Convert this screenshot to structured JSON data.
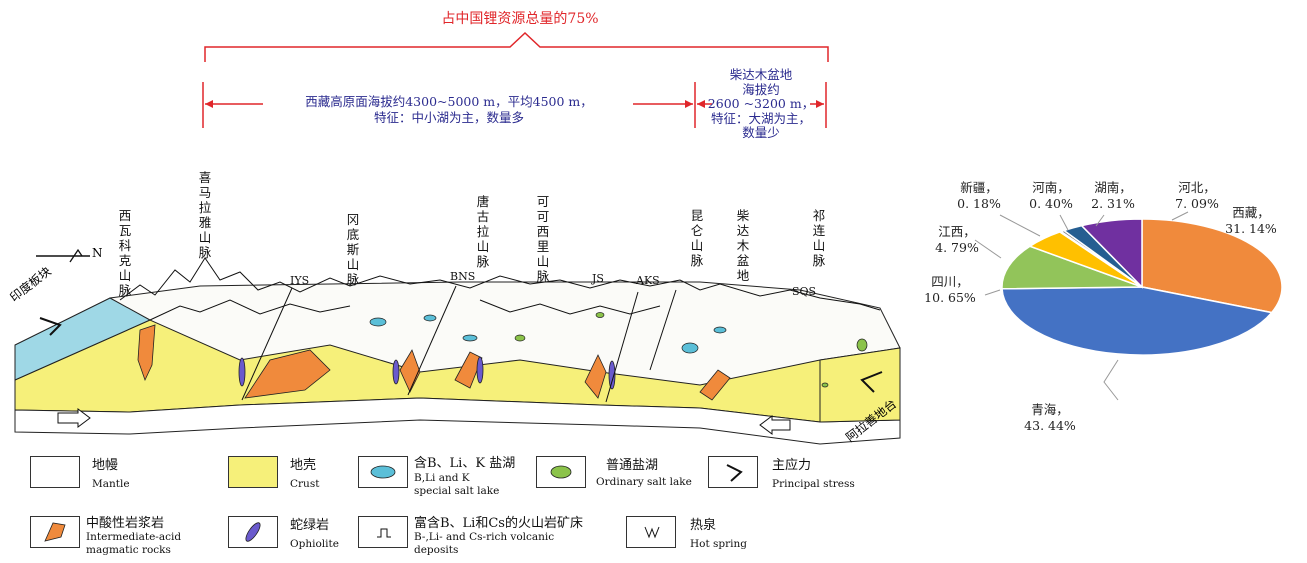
{
  "header": {
    "total_title": "占中国锂资源总量的75%",
    "tibet_line1": "西藏高原面海拔约4300~5000 m，平均4500 m，",
    "tibet_line2": "特征：中小湖为主，数量多",
    "qaidam_line1": "柴达木盆地",
    "qaidam_line2": "海拔约",
    "qaidam_line3": "2600 ~3200 m，",
    "qaidam_line4": "特征：大湖为主，",
    "qaidam_line5": "数量少"
  },
  "cross_section": {
    "north_label": "N",
    "left_plate": "印度板块",
    "right_plate": "阿拉善地台",
    "mountains": [
      {
        "name": "西瓦科克山脉"
      },
      {
        "name": "喜马拉雅山脉"
      },
      {
        "name": "冈底斯山脉"
      },
      {
        "name": "唐古拉山脉"
      },
      {
        "name": "可可西里山脉"
      },
      {
        "name": "昆仑山脉"
      },
      {
        "name": "柴达木盆地"
      },
      {
        "name": "祁连山脉"
      }
    ],
    "sutures": [
      "IYS",
      "BNS",
      "JS",
      "AKS",
      "SQS"
    ]
  },
  "legend": [
    {
      "cn": "地幔",
      "en": "Mantle"
    },
    {
      "cn": "地壳",
      "en": "Crust"
    },
    {
      "cn": "含B、Li、K 盐湖",
      "en1": "B,Li and K",
      "en2": "special salt lake"
    },
    {
      "cn": "普通盐湖",
      "en": "Ordinary salt lake"
    },
    {
      "cn": "主应力",
      "en": "Principal stress"
    },
    {
      "cn": "中酸性岩浆岩",
      "en1": "Intermediate-acid",
      "en2": "magmatic rocks"
    },
    {
      "cn": "蛇绿岩",
      "en": "Ophiolite"
    },
    {
      "cn": "富含B、Li和Cs的火山岩矿床",
      "en1": "B-,Li- and Cs-rich volcanic",
      "en2": "deposits"
    },
    {
      "cn": "热泉",
      "en": "Hot spring"
    }
  ],
  "chart_data": {
    "type": "pie",
    "slices": [
      {
        "name": "西藏",
        "value": 31.14,
        "label": "31.14%",
        "color": "#f08a3c"
      },
      {
        "name": "青海",
        "value": 43.44,
        "label": "43.44%",
        "color": "#4472c4"
      },
      {
        "name": "四川",
        "value": 10.65,
        "label": "10.65%",
        "color": "#92c45a"
      },
      {
        "name": "江西",
        "value": 4.79,
        "label": "4.79%",
        "color": "#ffc000"
      },
      {
        "name": "新疆",
        "value": 0.18,
        "label": "0.18%",
        "color": "#a5a5a5"
      },
      {
        "name": "河南",
        "value": 0.4,
        "label": "0.40%",
        "color": "#7f7f7f"
      },
      {
        "name": "湖南",
        "value": 2.31,
        "label": "2.31%",
        "color": "#255e91"
      },
      {
        "name": "河北",
        "value": 7.09,
        "label": "7.09%",
        "color": "#7030a0"
      }
    ],
    "label_text": [
      {
        "name": "西藏，",
        "pct": "31. 14%"
      },
      {
        "name": "青海，",
        "pct": "43. 44%"
      },
      {
        "name": "四川，",
        "pct": "10. 65%"
      },
      {
        "name": "江西，",
        "pct": "4. 79%"
      },
      {
        "name": "新疆，",
        "pct": "0. 18%"
      },
      {
        "name": "河南，",
        "pct": "0. 40%"
      },
      {
        "name": "湖南，",
        "pct": "2. 31%"
      },
      {
        "name": "河北，",
        "pct": "7. 09%"
      }
    ]
  }
}
